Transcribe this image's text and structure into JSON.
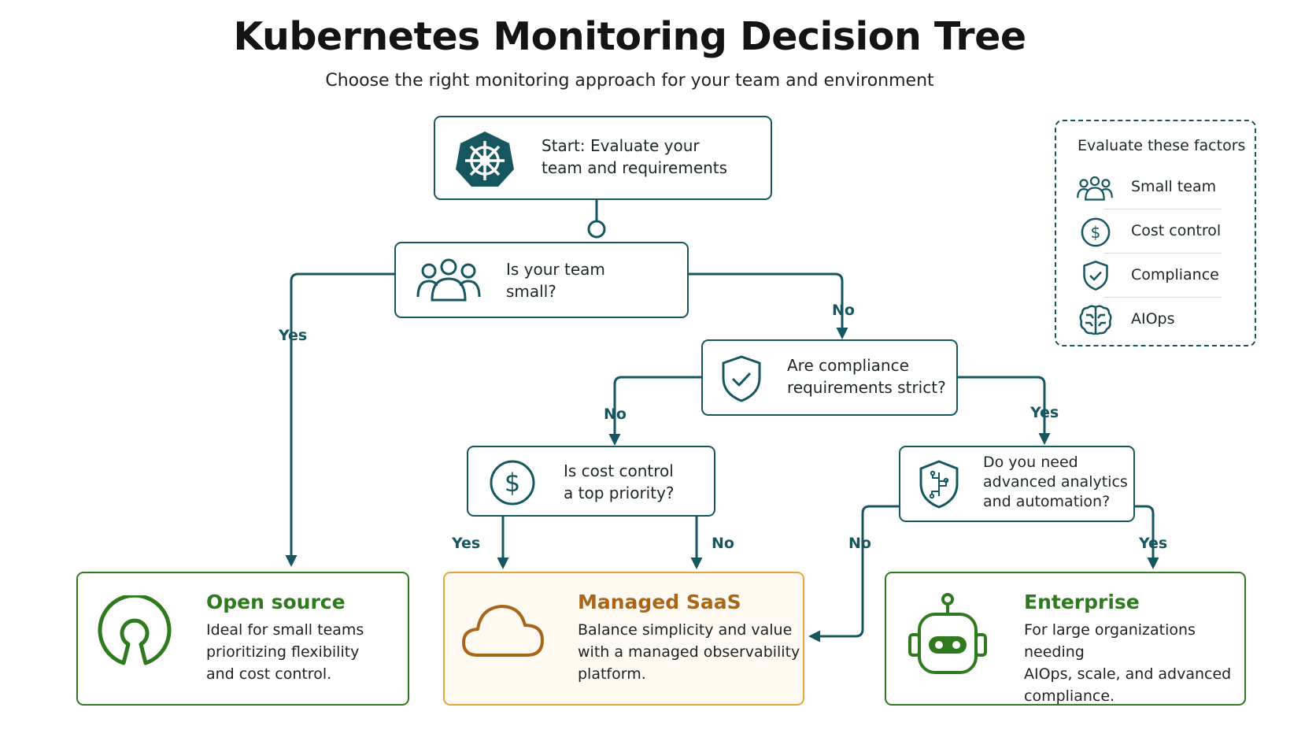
{
  "title": "Kubernetes Monitoring Decision Tree",
  "subtitle": "Choose the right monitoring approach for your team and environment",
  "colors": {
    "primary": "#16575f",
    "open_source": "#2f7a1e",
    "saas": "#a8661c",
    "enterprise": "#2f7a1e"
  },
  "nodes": {
    "start": {
      "icon": "kubernetes-helm-icon",
      "line1": "Start: Evaluate your",
      "line2": "team and requirements"
    },
    "team": {
      "icon": "team-icon",
      "line1": "Is your team",
      "line2": "small?"
    },
    "compliance": {
      "icon": "shield-check-icon",
      "line1": "Are compliance",
      "line2": "requirements strict?"
    },
    "cost": {
      "icon": "dollar-icon",
      "line1": "Is cost control",
      "line2": "a top priority?"
    },
    "analytics": {
      "icon": "ai-shield-icon",
      "line1": "Do you need",
      "line2": "advanced analytics",
      "line3": "and automation?"
    }
  },
  "labels": {
    "team_yes": "Yes",
    "team_no": "No",
    "compliance_no": "No",
    "compliance_yes": "Yes",
    "cost_yes": "Yes",
    "cost_no": "No",
    "analytics_no": "No",
    "analytics_yes": "Yes"
  },
  "outcomes": {
    "open_source": {
      "icon": "open-source-icon",
      "title": "Open source",
      "l1": "Ideal for small teams",
      "l2": "prioritizing flexibility",
      "l3": "and cost control."
    },
    "saas": {
      "icon": "cloud-icon",
      "title": "Managed SaaS",
      "l1": "Balance simplicity and value",
      "l2": "with a managed observability",
      "l3": "platform."
    },
    "enterprise": {
      "icon": "robot-icon",
      "title": "Enterprise",
      "l1": "For large organizations needing",
      "l2": "AIOps, scale, and advanced",
      "l3": "compliance."
    }
  },
  "legend": {
    "title": "Evaluate these factors",
    "items": [
      {
        "icon": "team-icon",
        "label": "Small team"
      },
      {
        "icon": "dollar-icon",
        "label": "Cost control"
      },
      {
        "icon": "shield-check-icon",
        "label": "Compliance"
      },
      {
        "icon": "brain-icon",
        "label": "AIOps"
      }
    ]
  }
}
